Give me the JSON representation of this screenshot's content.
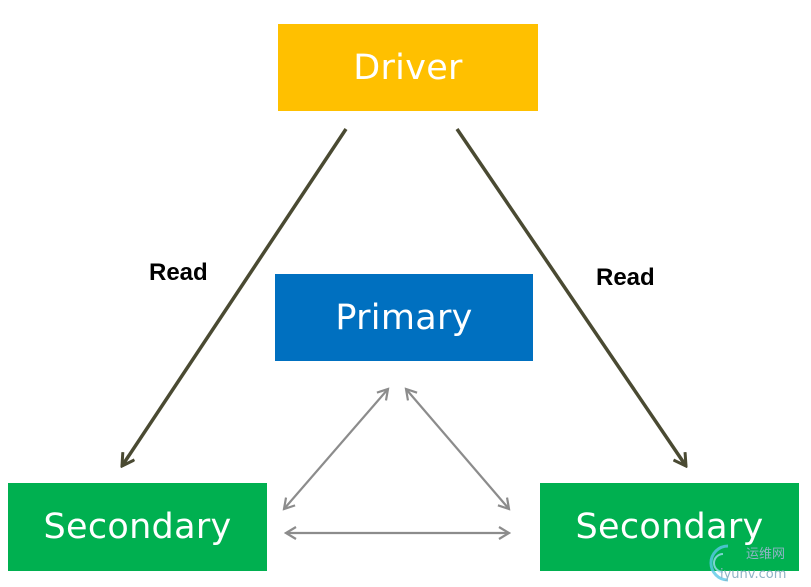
{
  "colors": {
    "driver": "#FFC000",
    "primary": "#0070C0",
    "secondary": "#00B050",
    "read_arrow": "#4A4A32",
    "replication_arrow": "#8C8C8C",
    "text_on_node": "#FFFFFF"
  },
  "nodes": {
    "driver": "Driver",
    "primary": "Primary",
    "secondary_left": "Secondary",
    "secondary_right": "Secondary"
  },
  "edges": {
    "read_left_label": "Read",
    "read_right_label": "Read"
  },
  "watermark": {
    "top": "运维网",
    "bottom": "iyunv.com"
  }
}
